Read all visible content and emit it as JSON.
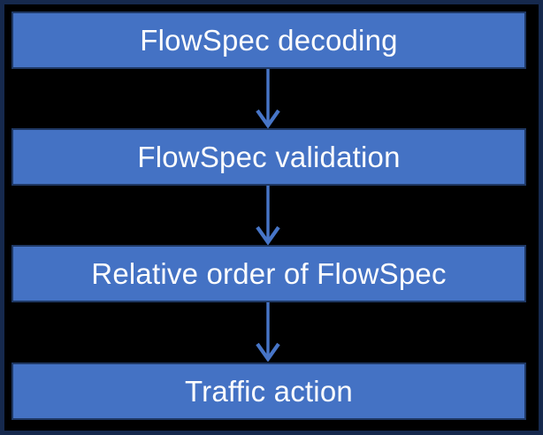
{
  "diagram": {
    "type": "flowchart",
    "direction": "top-to-bottom"
  },
  "steps": [
    {
      "label": "FlowSpec decoding"
    },
    {
      "label": "FlowSpec validation"
    },
    {
      "label": "Relative order of FlowSpec"
    },
    {
      "label": "Traffic action"
    }
  ],
  "connectors": [
    {
      "from": 0,
      "to": 1,
      "icon": "down-arrow-icon"
    },
    {
      "from": 1,
      "to": 2,
      "icon": "down-arrow-icon"
    },
    {
      "from": 2,
      "to": 3,
      "icon": "down-arrow-icon"
    }
  ],
  "colors": {
    "background": "#000000",
    "frame_border": "#16294d",
    "box_fill": "#4472c4",
    "box_border": "#1f3864",
    "arrow": "#4775c7",
    "text": "#fdfdfd"
  }
}
